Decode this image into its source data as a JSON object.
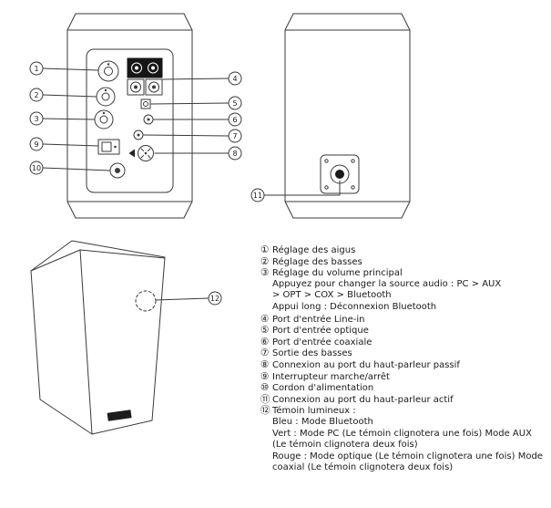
{
  "page": {
    "background": "#ffffff",
    "line_color": "#3a3a3a",
    "text_color": "#1a1a1a"
  },
  "callouts": {
    "c1": "1",
    "c2": "2",
    "c3": "3",
    "c4": "4",
    "c5": "5",
    "c6": "6",
    "c7": "7",
    "c8": "8",
    "c9": "9",
    "c10": "10",
    "c11": "11",
    "c12": "12"
  },
  "diagram_parts": {
    "rear_speaker": "rear-panel-view",
    "side_speaker": "active-speaker-rear-view",
    "front_speaker": "front-perspective-view",
    "led_indicator": "témoin lumineux",
    "connector_plate": "port haut-parleur actif"
  },
  "legend": {
    "lines": [
      {
        "marker": "①",
        "text": "Réglage des aigus"
      },
      {
        "marker": "②",
        "text": "Réglage des basses"
      },
      {
        "marker": "③",
        "text": "Réglage du volume principal"
      },
      {
        "marker": "",
        "text": "Appuyez pour changer la source audio : PC > AUX"
      },
      {
        "marker": "",
        "text": "> OPT > COX > Bluetooth"
      },
      {
        "marker": "",
        "text": "Appui long : Déconnexion Bluetooth"
      },
      {
        "marker": "④",
        "text": "Port d'entrée Line-in"
      },
      {
        "marker": "⑤",
        "text": "Port d'entrée optique"
      },
      {
        "marker": "⑥",
        "text": "Port d'entrée coaxiale"
      },
      {
        "marker": "⑦",
        "text": "Sortie des basses"
      },
      {
        "marker": "⑧",
        "text": "Connexion au port du haut-parleur passif"
      },
      {
        "marker": "⑨",
        "text": "Interrupteur marche/arrêt"
      },
      {
        "marker": "⑩",
        "text": "Cordon d'alimentation"
      },
      {
        "marker": "⑪",
        "text": "Connexion au port du haut-parleur actif"
      },
      {
        "marker": "⑫",
        "text": "Témoin lumineux :"
      },
      {
        "marker": "",
        "text": "Bleu : Mode Bluetooth"
      },
      {
        "marker": "",
        "text": "Vert : Mode PC (Le témoin clignotera une fois)  Mode AUX"
      },
      {
        "marker": "",
        "text": "(Le témoin clignotera deux fois)"
      },
      {
        "marker": "",
        "text": "Rouge :  Mode optique (Le témoin clignotera une fois) Mode"
      },
      {
        "marker": "",
        "text": "coaxial (Le témoin clignotera deux fois)"
      }
    ]
  }
}
